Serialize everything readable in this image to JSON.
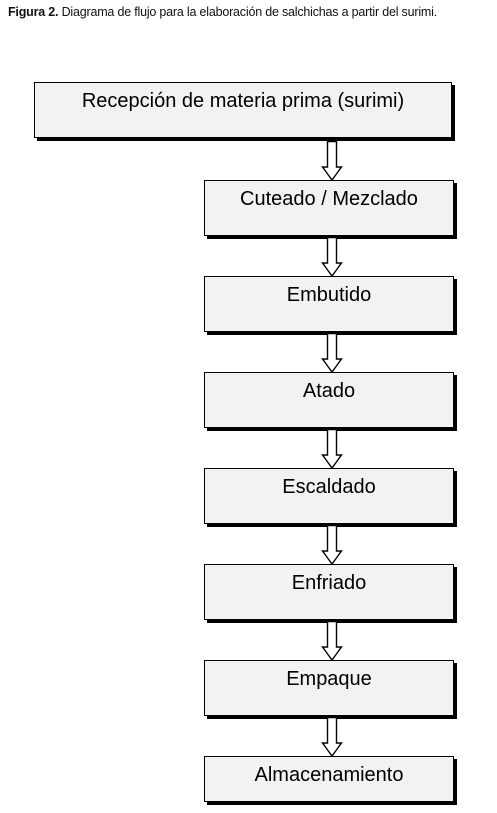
{
  "caption": {
    "label": "Figura 2.",
    "text": "Diagrama de flujo para la elaboración de salchichas a partir del surimi."
  },
  "steps": [
    "Recepción de materia prima (surimi)",
    "Cuteado / Mezclado",
    "Embutido",
    "Atado",
    "Escaldado",
    "Enfriado",
    "Empaque",
    "Almacenamiento"
  ]
}
